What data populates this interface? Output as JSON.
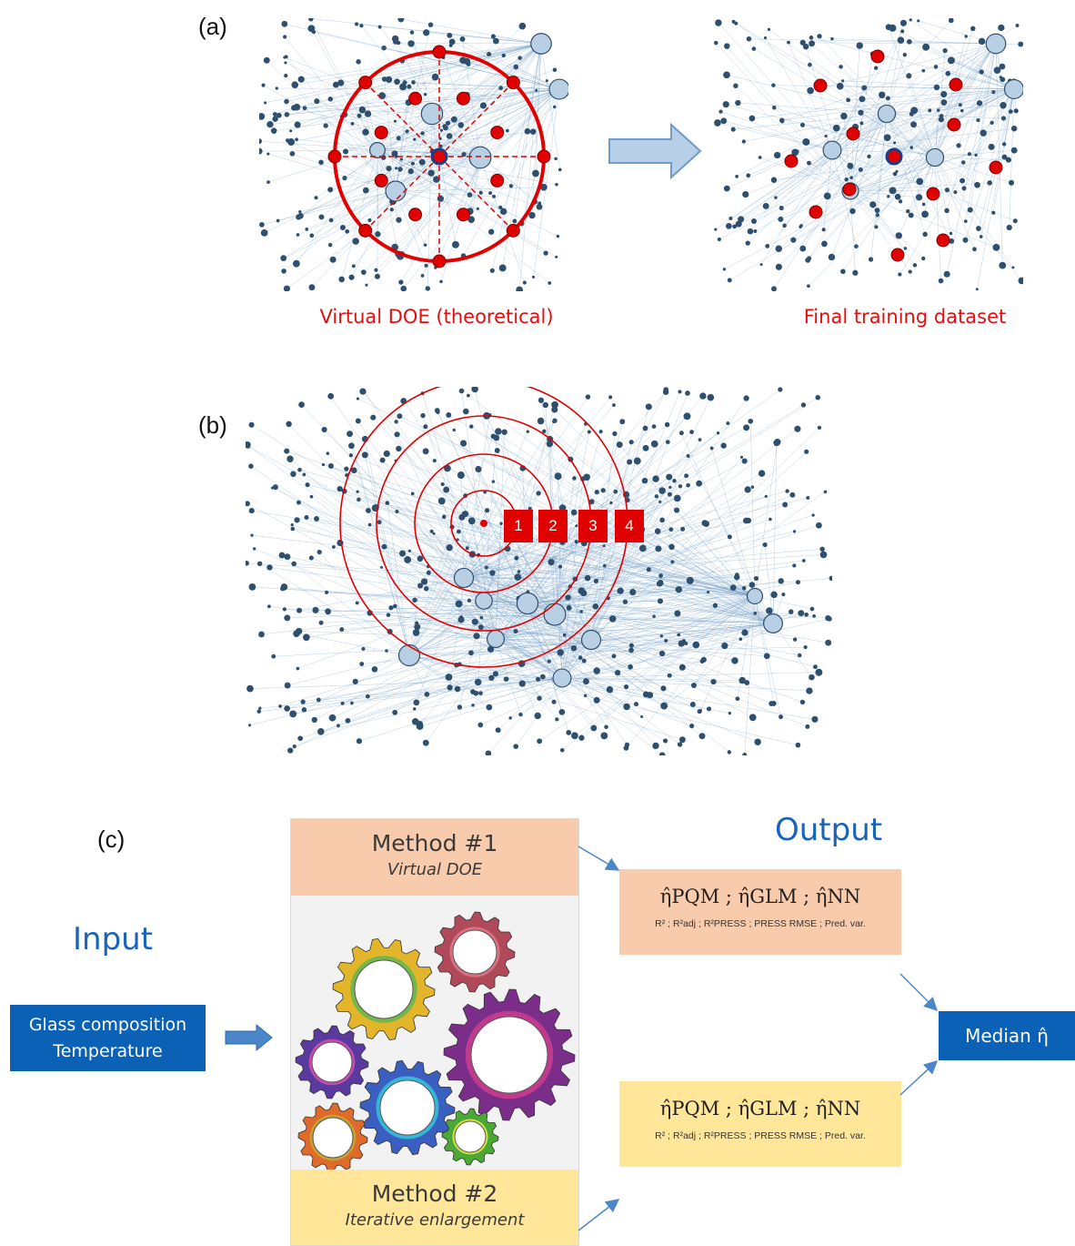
{
  "panel_a": {
    "label": "(a)",
    "left_caption": "Virtual DOE (theoretical)",
    "right_caption": "Final training dataset"
  },
  "panel_b": {
    "label": "(b)",
    "ring_labels": [
      "1",
      "2",
      "3",
      "4"
    ]
  },
  "panel_c": {
    "label": "(c)",
    "input_title": "Input",
    "output_title": "Output",
    "input_box_line1": "Glass composition",
    "input_box_line2": "Temperature",
    "method1_title": "Method #1",
    "method1_sub": "Virtual DOE",
    "method2_title": "Method #2",
    "method2_sub": "Iterative enlargement",
    "output_equation": "η̂PQM ; η̂GLM ; η̂NN",
    "output_metrics": "R² ; R²adj ; R²PRESS ; PRESS RMSE ; Pred. var.",
    "median_label": "Median η̂"
  },
  "colors": {
    "red": "#e00000",
    "blue_box": "#0b61b5",
    "blue_title": "#1a63b8",
    "method1_fill": "#f8cbad",
    "method2_fill": "#ffe699",
    "network_edge": "#6a98c4",
    "network_node": "#2f4f6f"
  }
}
